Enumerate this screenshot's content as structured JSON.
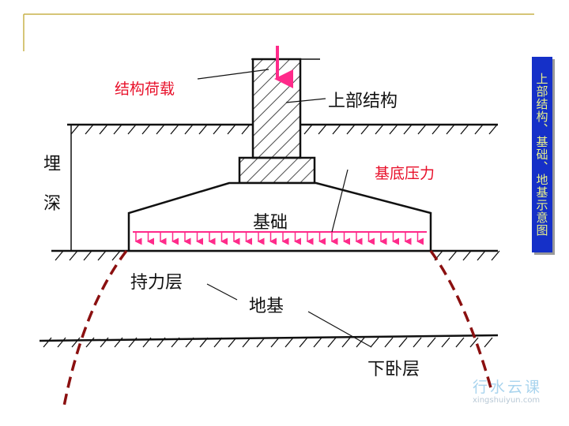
{
  "side_title": "上部结构、基础、地基示意图",
  "labels": {
    "load": "结构荷载",
    "superstructure": "上部结构",
    "base_pressure": "基底压力",
    "foundation": "基础",
    "depth_1": "埋",
    "depth_2": "深",
    "bearing_layer": "持力层",
    "subgrade": "地基",
    "underlying_layer": "下卧层"
  },
  "watermark": {
    "name": "行水云课",
    "url": "xingshuiyun.com"
  },
  "colors": {
    "accent": "#e8102a",
    "arrow": "#ff2a8a",
    "curve": "#8b1010",
    "box": "#1530c8",
    "frame": "#c9b24a"
  }
}
